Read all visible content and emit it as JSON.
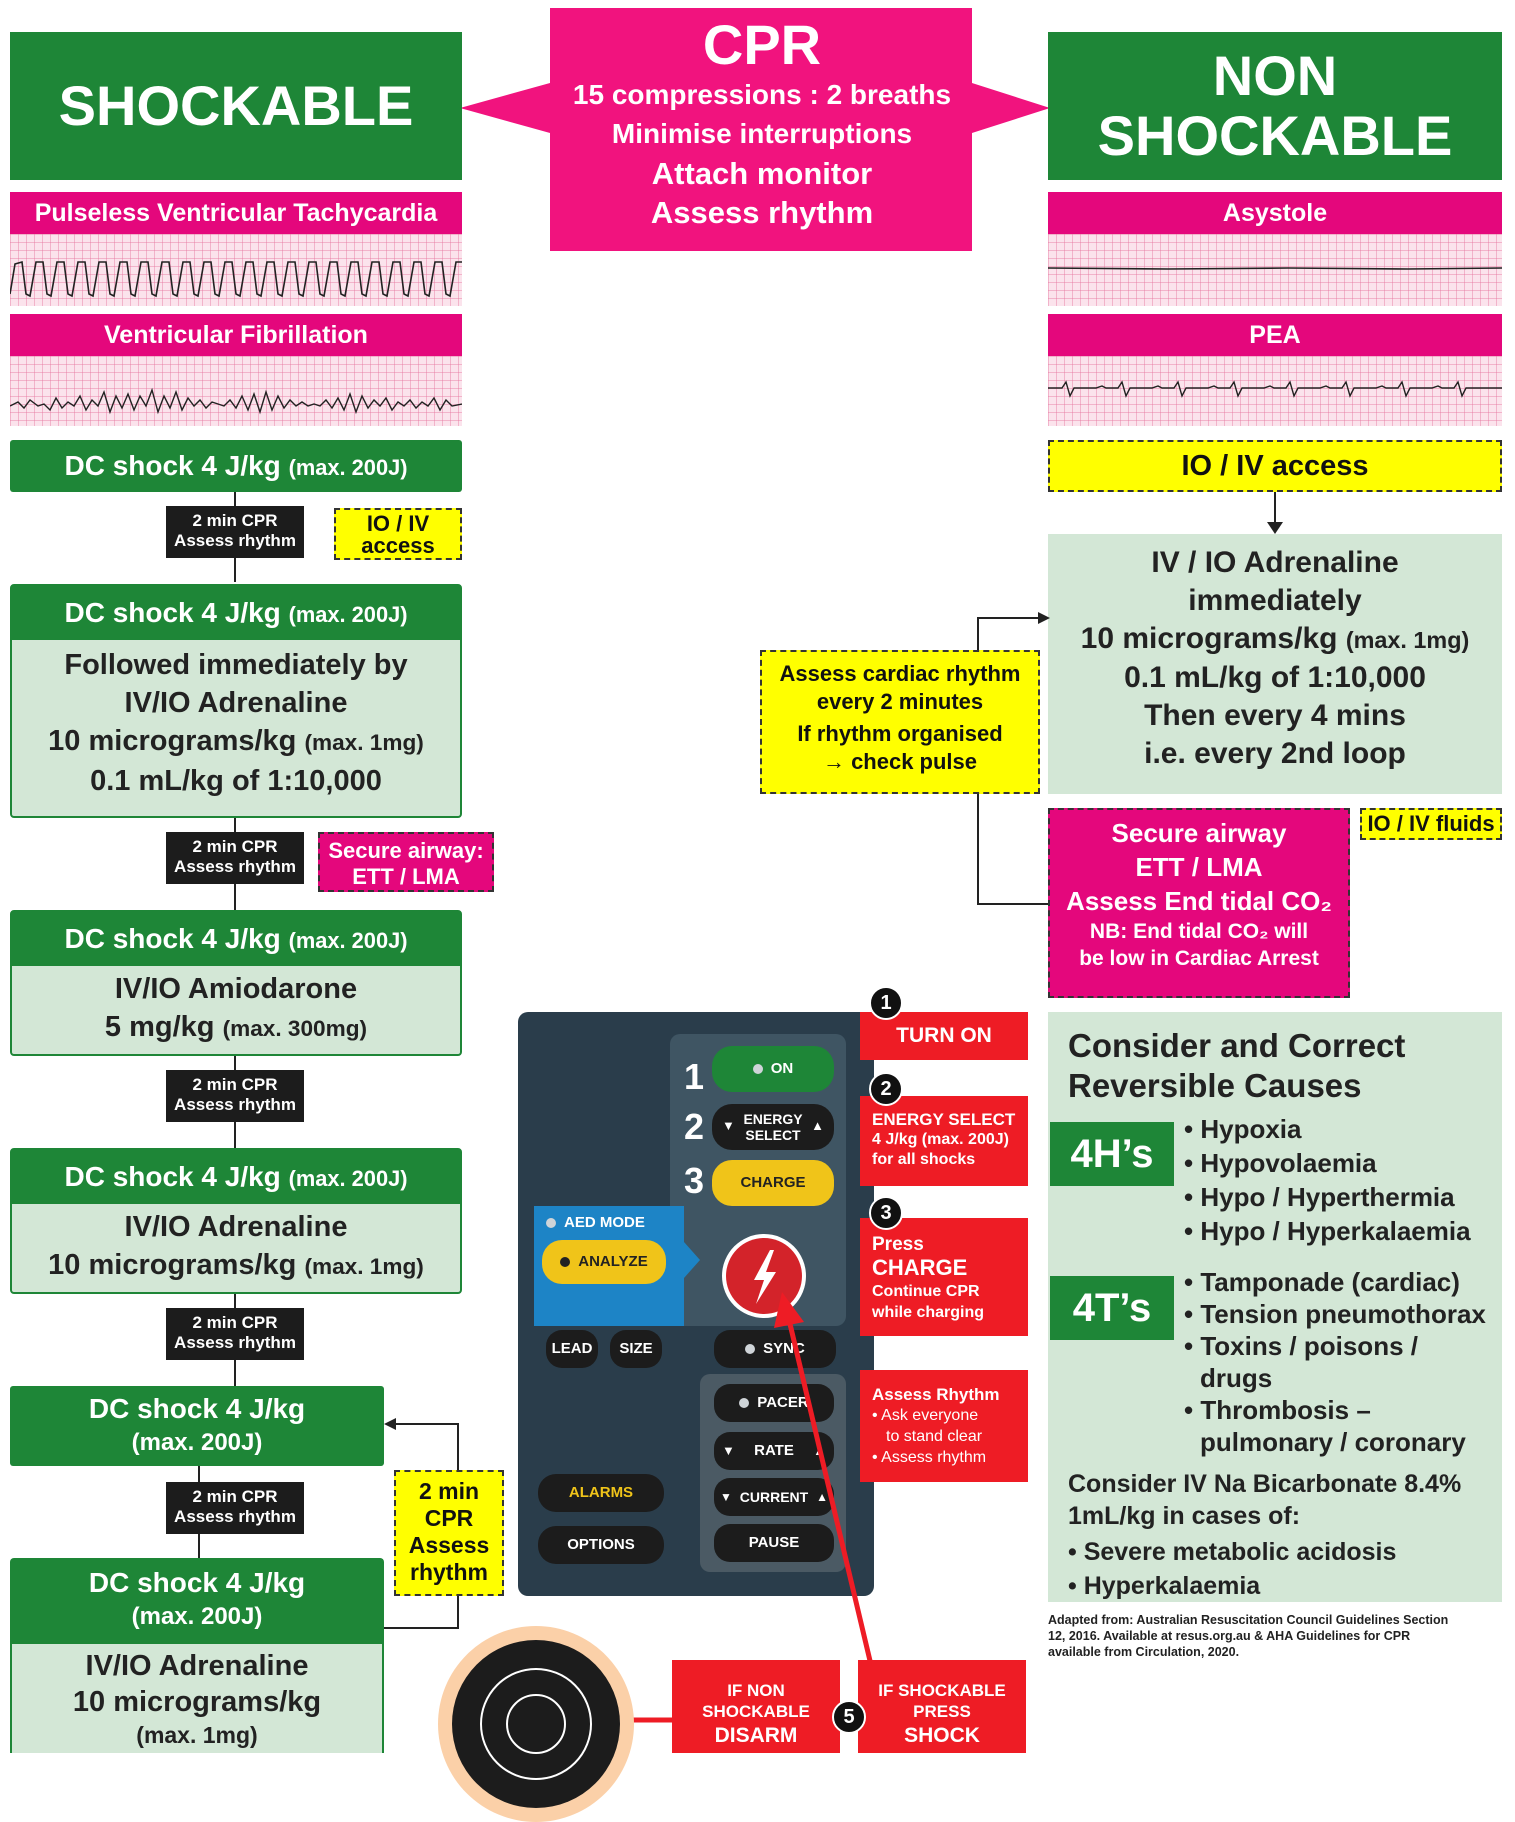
{
  "cpr": {
    "title": "CPR",
    "line1": "15 compressions : 2 breaths",
    "line2": "Minimise interruptions",
    "line3": "Attach monitor",
    "line4": "Assess rhythm"
  },
  "shockable": {
    "title": "SHOCKABLE",
    "rhythm1": "Pulseless Ventricular Tachycardia",
    "rhythm2": "Ventricular Fibrillation",
    "shock_main": "DC shock 4 J/kg",
    "shock_max": "(max. 200J)",
    "cpr_step": {
      "l1": "2 min CPR",
      "l2": "Assess rhythm"
    },
    "io_iv": {
      "l1": "IO / IV",
      "l2": "access"
    },
    "secure_airway": {
      "l1": "Secure airway:",
      "l2": "ETT / LMA"
    },
    "box2": {
      "l1": "Followed immediately by",
      "l2": "IV/IO Adrenaline",
      "l3": "10 micrograms/kg",
      "l3max": "(max. 1mg)",
      "l4": "0.1 mL/kg of 1:10,000"
    },
    "box3": {
      "l1": "IV/IO Amiodarone",
      "l2": "5 mg/kg",
      "l2max": "(max. 300mg)"
    },
    "box4": {
      "l1": "IV/IO Adrenaline",
      "l2": "10 micrograms/kg",
      "l2max": "(max. 1mg)"
    },
    "loop_note": {
      "l1": "2 min",
      "l2": "CPR",
      "l3": "Assess",
      "l4": "rhythm"
    },
    "box6": {
      "l1": "IV/IO Adrenaline",
      "l2": "10 micrograms/kg",
      "l3": "(max. 1mg)"
    }
  },
  "nonshockable": {
    "title_l1": "NON",
    "title_l2": "SHOCKABLE",
    "rhythm1": "Asystole",
    "rhythm2": "PEA",
    "io_iv": "IO / IV access",
    "adrenaline": {
      "l1": "IV / IO Adrenaline",
      "l2": "immediately",
      "l3": "10 micrograms/kg",
      "l3max": "(max. 1mg)",
      "l4": "0.1 mL/kg of 1:10,000",
      "l5": "Then every 4 mins",
      "l6": "i.e. every 2nd loop"
    },
    "assess_box": {
      "l1": "Assess cardiac rhythm",
      "l2": "every 2 minutes",
      "l3": "If rhythm organised",
      "l4": "→ check pulse"
    },
    "airway_box": {
      "l1": "Secure airway",
      "l2": "ETT / LMA",
      "l3": "Assess End tidal CO₂",
      "l4": "NB: End tidal CO₂ will",
      "l5": "be low in Cardiac Arrest"
    },
    "io_fluids": "IO / IV fluids"
  },
  "reversible": {
    "title_l1": "Consider and Correct",
    "title_l2": "Reversible Causes",
    "h_badge": "4H’s",
    "h_items": [
      "Hypoxia",
      "Hypovolaemia",
      "Hypo / Hyperthermia",
      "Hypo / Hyperkalaemia"
    ],
    "t_badge": "4T’s",
    "t_items": [
      "Tamponade (cardiac)",
      "Tension pneumothorax",
      "Toxins / poisons /",
      "drugs",
      "Thrombosis –",
      "pulmonary / coronary"
    ],
    "bicarb_l1": "Consider IV Na Bicarbonate 8.4%",
    "bicarb_l2": "1mL/kg in cases of:",
    "bicarb_items": [
      "Severe metabolic acidosis",
      "Hyperkalaemia"
    ]
  },
  "footnote": {
    "l1": "Adapted from: Australian Resuscitation Council Guidelines Section",
    "l2": "12, 2016. Available at resus.org.au & AHA Guidelines for CPR",
    "l3": "available from Circulation, 2020."
  },
  "defib": {
    "n1": "1",
    "n2": "2",
    "n3": "3",
    "on": "ON",
    "energy_l1": "ENERGY",
    "energy_l2": "SELECT",
    "charge": "CHARGE",
    "aed_mode": "AED MODE",
    "analyze": "ANALYZE",
    "lead": "LEAD",
    "size": "SIZE",
    "sync": "SYNC",
    "pacer": "PACER",
    "rate": "RATE",
    "current": "CURRENT",
    "pause": "PAUSE",
    "alarms": "ALARMS",
    "options": "OPTIONS"
  },
  "steps": {
    "s1": {
      "num": "1",
      "text": "TURN ON"
    },
    "s2": {
      "num": "2",
      "title": "ENERGY SELECT",
      "l1": "4 J/kg (max. 200J)",
      "l2": "for all shocks"
    },
    "s3": {
      "num": "3",
      "l1": "Press",
      "l2": "CHARGE",
      "l3": "Continue CPR",
      "l4": "while charging"
    },
    "s4": {
      "title": "Assess Rhythm",
      "b1": "Ask everyone",
      "b1b": "to stand clear",
      "b2": "Assess rhythm"
    },
    "s5": {
      "num": "5",
      "left_l1": "IF NON",
      "left_l2": "SHOCKABLE",
      "left_l3": "DISARM",
      "right_l1": "IF SHOCKABLE",
      "right_l2": "PRESS",
      "right_l3": "SHOCK"
    }
  },
  "colors": {
    "green": "#1e8637",
    "light_green": "#d3e7d6",
    "pink": "#e4077c",
    "yellow": "#ffff00",
    "red": "#ee1c25",
    "dark": "#1c1c1c",
    "panel": "#2a3d4b"
  },
  "icons": [
    "lightning-icon",
    "shock-dial-icon",
    "arrow-icon"
  ]
}
